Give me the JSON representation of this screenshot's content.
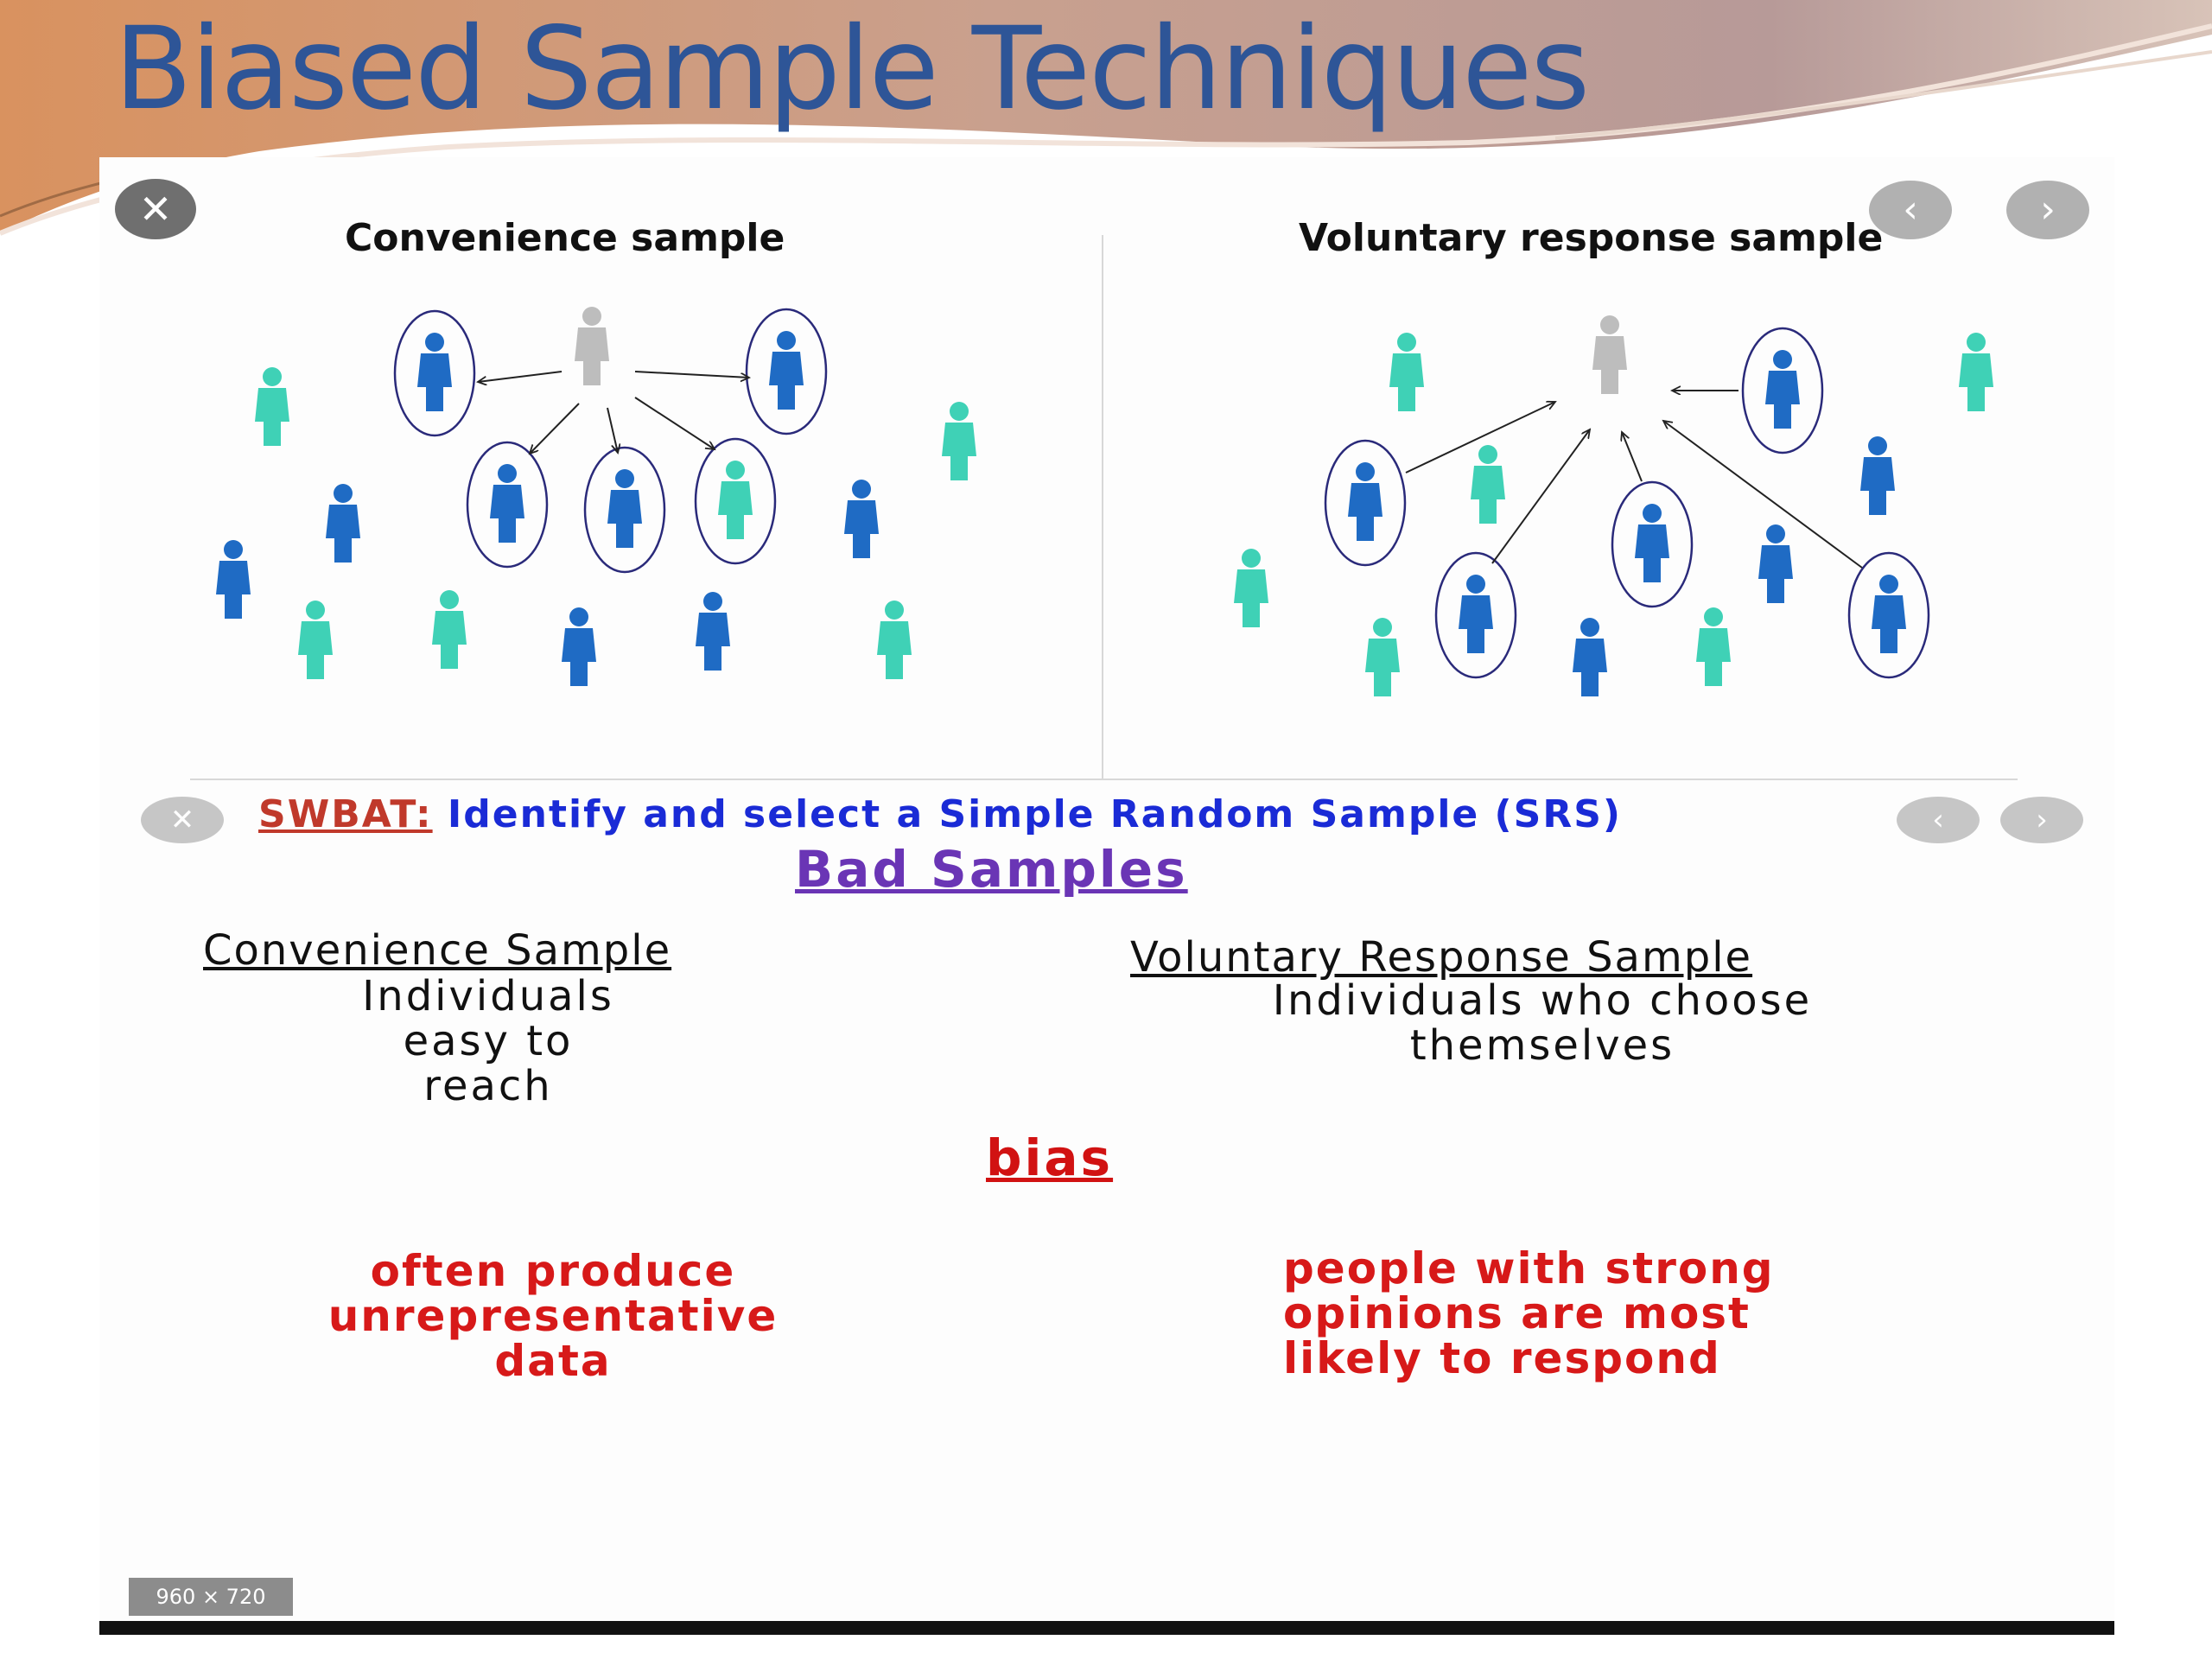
{
  "slide": {
    "title": "Biased Sample Techniques",
    "title_color": "#2e5597"
  },
  "image_viewer": {
    "close_icon": "close-icon",
    "prev_icon": "chevron-left-icon",
    "next_icon": "chevron-right-icon",
    "dimensions_badge": "960 × 720"
  },
  "diagram": {
    "left_title": "Convenience sample",
    "right_title": "Voluntary response sample",
    "colors": {
      "blue": "#1f6bc4",
      "teal": "#3fd1b6",
      "gray": "#bdbdbd"
    }
  },
  "lesson": {
    "swbat_label": "SWBAT:",
    "objective": " Identify and select a Simple Random Sample (SRS)",
    "bad_samples": "Bad Samples",
    "convenience": {
      "heading": "Convenience Sample",
      "description": [
        "Individuals",
        "easy to",
        "reach"
      ]
    },
    "voluntary": {
      "heading": "Voluntary Response Sample",
      "description": [
        "Individuals who choose",
        "themselves"
      ]
    },
    "bias_heading": "bias",
    "convenience_bias": [
      "often produce",
      "unrepresentative",
      "data"
    ],
    "voluntary_bias": [
      "people with strong",
      "opinions are most",
      "likely to respond"
    ]
  }
}
